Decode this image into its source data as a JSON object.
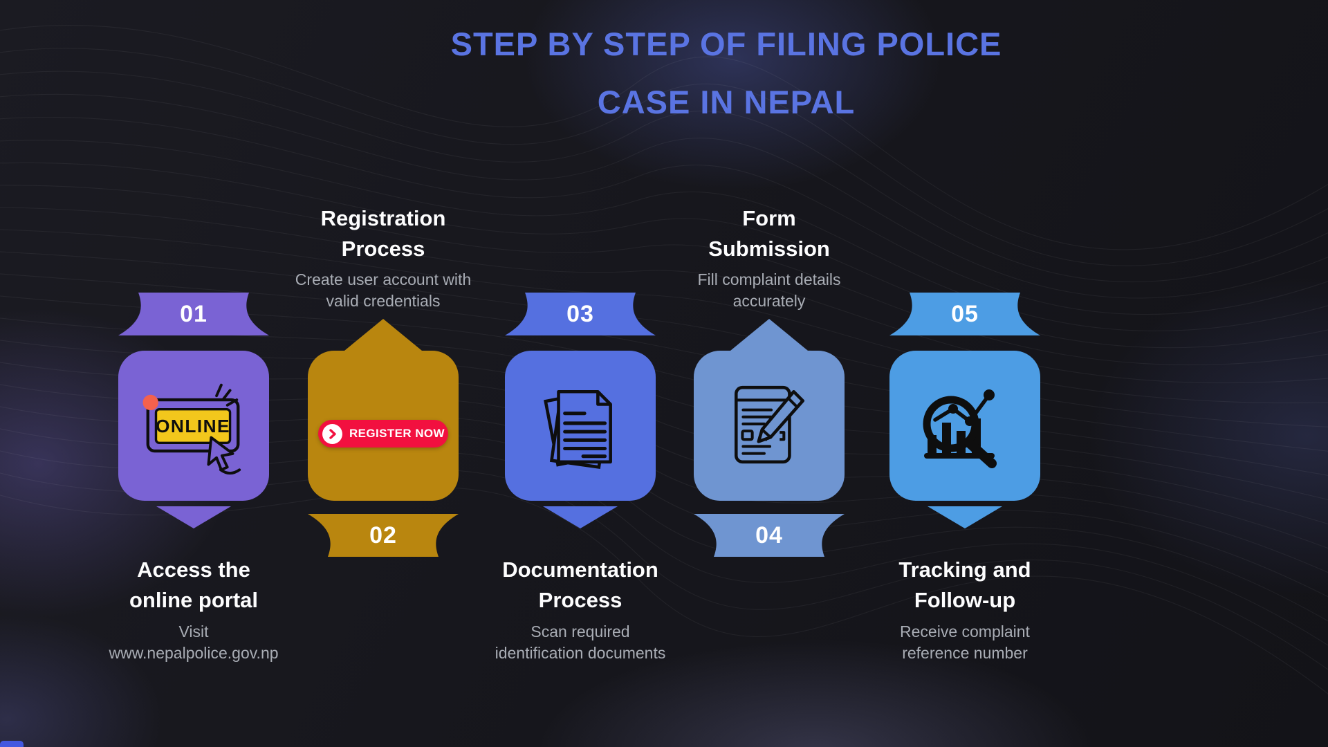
{
  "title": {
    "line1": "STEP BY STEP OF FILING POLICE",
    "line2": "CASE IN NEPAL"
  },
  "colors": {
    "title_blue": "#5A74E2",
    "background": "#17171D",
    "heading_text": "#FDFDFE",
    "description_text": "#A9ADB5",
    "register_red": "#F2103F",
    "online_yellow": "#F2C71C",
    "online_dot_red": "#F4614D",
    "icon_ink": "#0E0E0E"
  },
  "steps": [
    {
      "number": "01",
      "accent": "#7A63D4",
      "title_line1": "Access the",
      "title_line2": "online portal",
      "desc_line1": "Visit",
      "desc_line2": "www.nepalpolice.gov.np",
      "icon": "online-button-icon",
      "icon_label": "ONLINE"
    },
    {
      "number": "02",
      "accent": "#B9860F",
      "title_line1": "Registration",
      "title_line2": "Process",
      "desc_line1": "Create user account with",
      "desc_line2": "valid credentials",
      "icon": "register-now-button",
      "button_label": "REGISTER NOW"
    },
    {
      "number": "03",
      "accent": "#5570E0",
      "title_line1": "Documentation",
      "title_line2": "Process",
      "desc_line1": "Scan required",
      "desc_line2": "identification documents",
      "icon": "documents-icon"
    },
    {
      "number": "04",
      "accent": "#6F95D1",
      "title_line1": "Form",
      "title_line2": "Submission",
      "desc_line1": "Fill complaint details",
      "desc_line2": "accurately",
      "icon": "form-pencil-icon"
    },
    {
      "number": "05",
      "accent": "#4D9DE4",
      "title_line1": "Tracking and",
      "title_line2": "Follow-up",
      "desc_line1": "Receive complaint",
      "desc_line2": "reference number",
      "icon": "search-analytics-icon"
    }
  ]
}
